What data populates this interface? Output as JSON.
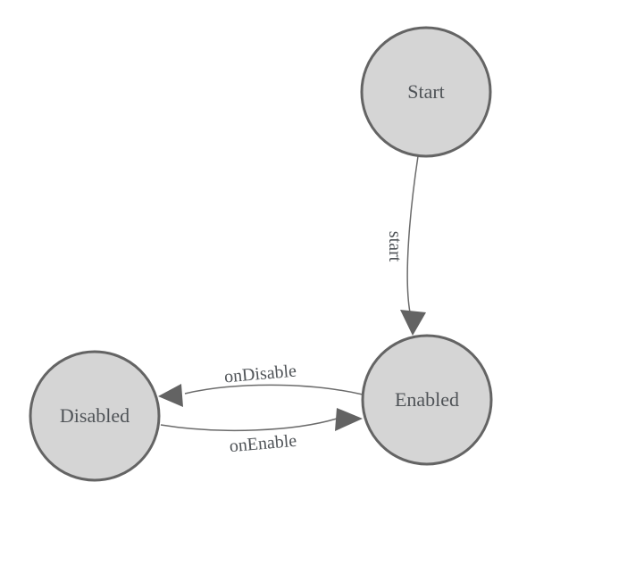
{
  "diagram": {
    "type": "state-machine",
    "colors": {
      "background": "#ffffff",
      "node_fill": "#d5d5d5",
      "node_border": "#646464",
      "edge": "#6b6b6b",
      "arrowhead": "#636363",
      "text": "#4f5357"
    },
    "nodes": [
      {
        "id": "Start",
        "label": "Start"
      },
      {
        "id": "Enabled",
        "label": "Enabled"
      },
      {
        "id": "Disabled",
        "label": "Disabled"
      }
    ],
    "transitions": [
      {
        "from": "Start",
        "to": "Enabled",
        "label": "start"
      },
      {
        "from": "Enabled",
        "to": "Disabled",
        "label": "onDisable"
      },
      {
        "from": "Disabled",
        "to": "Enabled",
        "label": "onEnable"
      }
    ]
  }
}
